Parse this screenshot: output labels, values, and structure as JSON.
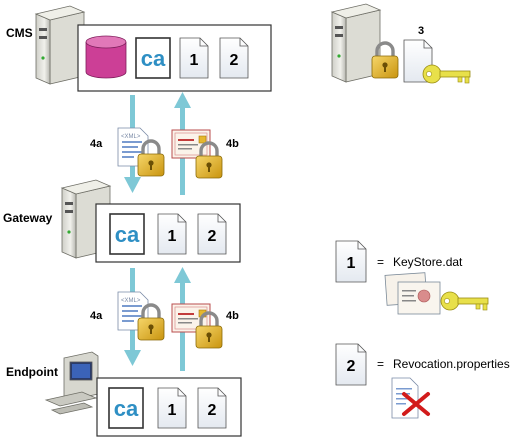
{
  "tiers": {
    "cms": "CMS",
    "gateway": "Gateway",
    "endpoint": "Endpoint"
  },
  "doc_numbers": {
    "one": "1",
    "two": "2"
  },
  "ca_logo_text": "ca",
  "xml_tag": "<XML>",
  "flow_labels": {
    "cms_to_gateway_down": "4a",
    "cms_to_gateway_up": "4b",
    "gateway_to_endpoint_down": "4a",
    "gateway_to_endpoint_up": "4b"
  },
  "step_3": "3",
  "legend": {
    "item1_number": "1",
    "item1_equals": "=",
    "item1_name": "KeyStore.dat",
    "item2_number": "2",
    "item2_equals": "=",
    "item2_name": "Revocation.properties"
  },
  "colors": {
    "arrow": "#7ec8d6",
    "database": "#cc3f96",
    "ca_logo": "#2e8fc4",
    "lock_gold": "#e6b72e",
    "key_yellow": "#e8e04a",
    "revoke_x": "#d21b1b"
  }
}
